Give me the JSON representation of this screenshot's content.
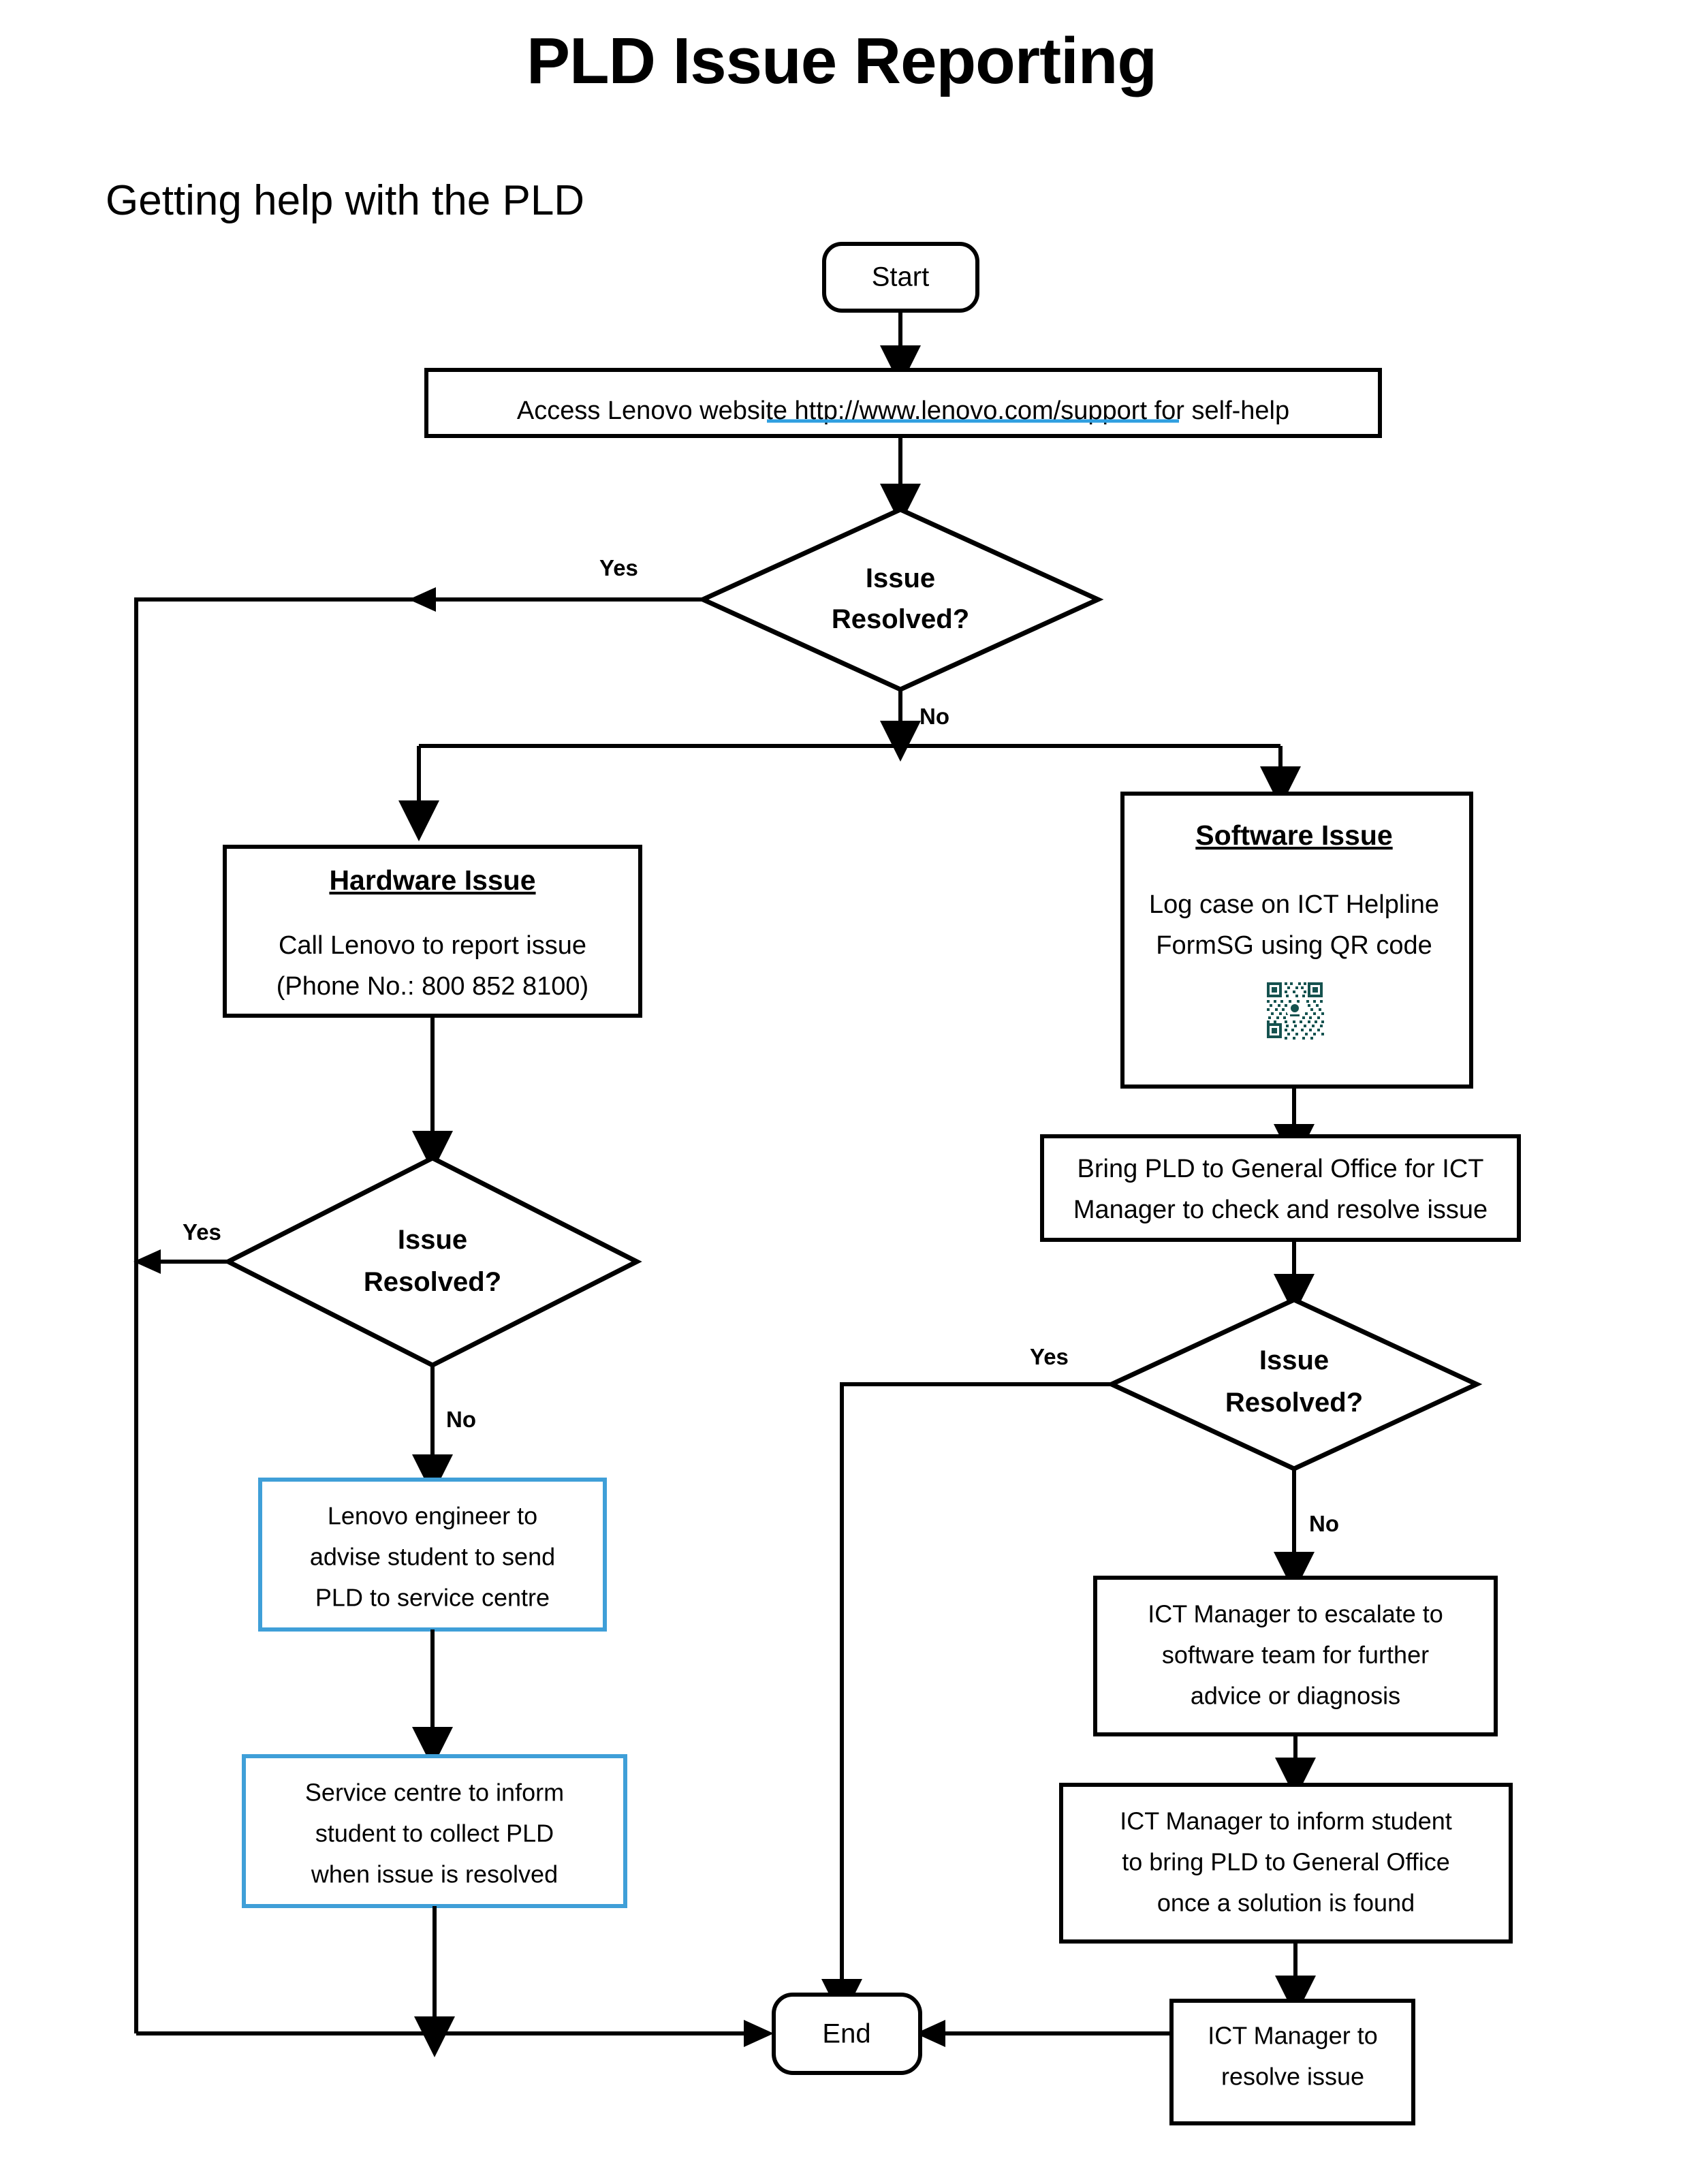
{
  "title": "PLD Issue Reporting",
  "subtitle": "Getting help with the PLD",
  "colors": {
    "line": "#000000",
    "blue_box_border": "#3f9fd8",
    "hyperlink_underline": "#2f9fe0",
    "qr": "#15524f"
  },
  "chart_data": {
    "type": "diagram",
    "diagram_kind": "flowchart",
    "title": "PLD Issue Reporting",
    "subtitle": "Getting help with the PLD"
  },
  "nodes": {
    "start": {
      "label": "Start",
      "shape": "terminator"
    },
    "access": {
      "text_before": "Access Lenovo website ",
      "link": "http://www.lenovo.com/support",
      "text_after": " for self-help",
      "shape": "process"
    },
    "decision1": {
      "line1": "Issue",
      "line2": "Resolved?",
      "shape": "decision"
    },
    "hardware": {
      "heading": "Hardware Issue",
      "line1": "Call Lenovo to report issue",
      "line2": "(Phone No.: 800 852 8100)",
      "phone": "800 852 8100",
      "shape": "process"
    },
    "software": {
      "heading": "Software Issue",
      "line1": "Log case on ICT Helpline",
      "line2": "FormSG using QR code",
      "qr_present": true,
      "shape": "process"
    },
    "decision2": {
      "line1": "Issue",
      "line2": "Resolved?",
      "shape": "decision"
    },
    "bring_pld": {
      "line1": "Bring PLD to General Office for ICT",
      "line2": "Manager to check and resolve issue",
      "shape": "process"
    },
    "decision3": {
      "line1": "Issue",
      "line2": "Resolved?",
      "shape": "decision"
    },
    "lenovo_engineer": {
      "line1": "Lenovo engineer to",
      "line2": "advise student to send",
      "line3": "PLD to service centre",
      "shape": "process",
      "border": "blue"
    },
    "service_centre": {
      "line1": "Service centre to inform",
      "line2": "student to collect PLD",
      "line3": "when issue is resolved",
      "shape": "process",
      "border": "blue"
    },
    "escalate": {
      "line1": "ICT Manager to escalate to",
      "line2": "software team for further",
      "line3": "advice or diagnosis",
      "shape": "process"
    },
    "inform_student": {
      "line1": "ICT Manager to inform student",
      "line2": "to bring PLD to General Office",
      "line3": "once a solution is found",
      "shape": "process"
    },
    "resolve_issue": {
      "line1": "ICT Manager to",
      "line2": "resolve issue",
      "shape": "process"
    },
    "end": {
      "label": "End",
      "shape": "terminator"
    }
  },
  "edge_labels": {
    "d1_yes": "Yes",
    "d1_no": "No",
    "d2_yes": "Yes",
    "d2_no": "No",
    "d3_yes": "Yes",
    "d3_no": "No"
  }
}
